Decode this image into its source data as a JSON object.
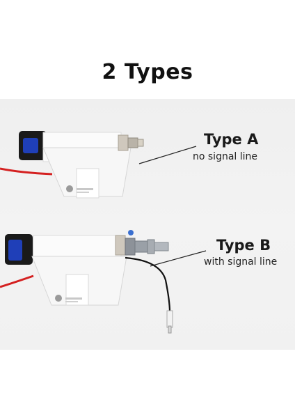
{
  "headline": "2 Types",
  "products": [
    {
      "title": "Type A",
      "subtitle": "no signal line"
    },
    {
      "title": "Type B",
      "subtitle": "with signal line"
    }
  ]
}
